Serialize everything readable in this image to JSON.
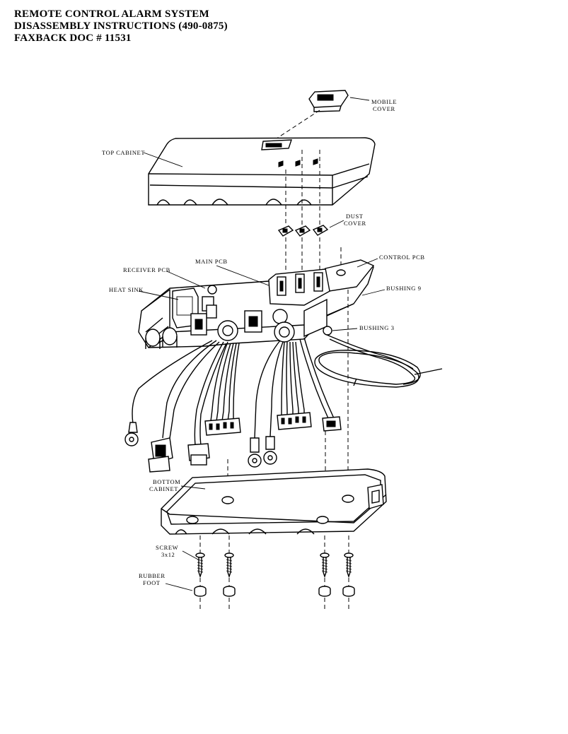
{
  "header": {
    "line1": "REMOTE CONTROL ALARM SYSTEM",
    "line2": "DISASSEMBLY INSTRUCTIONS  (490-0875)",
    "line3": "FAXBACK DOC # 11531"
  },
  "labels": {
    "mobile_cover_1": "MOBILE",
    "mobile_cover_2": "COVER",
    "top_cabinet": "TOP CABINET",
    "dust_cover_1": "DUST",
    "dust_cover_2": "COVER",
    "control_pcb": "CONTROL PCB",
    "main_pcb": "MAIN PCB",
    "receiver_pcb": "RECEIVER PCB",
    "heat_sink": "HEAT SINK",
    "bushing_9": "BUSHING  9",
    "bushing_3": "BUSHING 3",
    "bottom_cabinet_1": "BOTTOM",
    "bottom_cabinet_2": "CABINET",
    "screw_1": "SCREW",
    "screw_2": "3x12",
    "rubber_foot_1": "RUBBER",
    "rubber_foot_2": "FOOT"
  }
}
